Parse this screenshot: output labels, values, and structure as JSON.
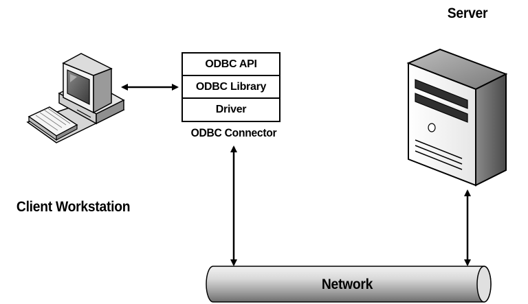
{
  "labels": {
    "server": "Server",
    "client_workstation": "Client Workstation",
    "odbc_connector": "ODBC Connector",
    "network": "Network"
  },
  "odbc_stack": [
    {
      "label": "ODBC API"
    },
    {
      "label": "ODBC Library"
    },
    {
      "label": "Driver"
    }
  ]
}
